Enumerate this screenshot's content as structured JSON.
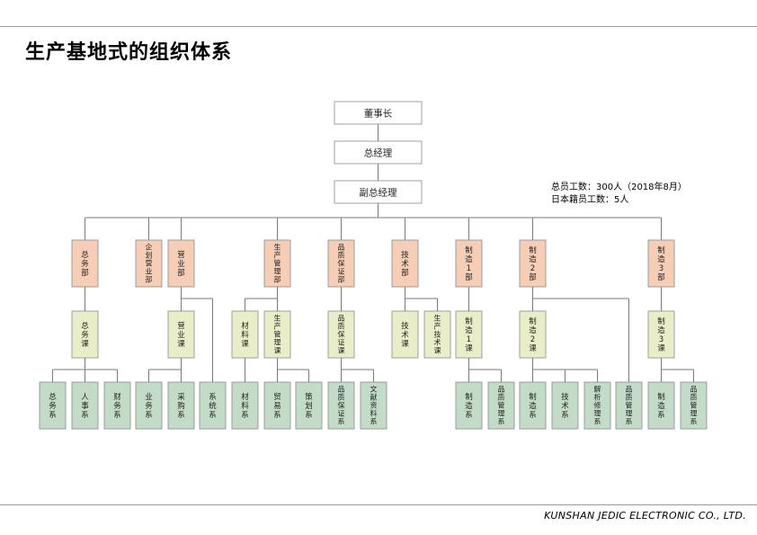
{
  "header": {
    "title": "生产基地式的组织体系"
  },
  "footer": {
    "company": "KUNSHAN JEDIC ELECTRONIC CO., LTD."
  },
  "notes": {
    "total_staff": "总员工数：300人（2018年8月）",
    "japanese_staff": "日本籍员工数：5人"
  },
  "colors": {
    "executive": "#ffffff",
    "department": "#f6cdb5",
    "section": "#eaeec8",
    "team": "#c3dcc7",
    "line": "#7a7a7a"
  },
  "executives": [
    {
      "id": "chairman",
      "label": "董事长"
    },
    {
      "id": "gm",
      "label": "总经理"
    },
    {
      "id": "vgm",
      "label": "副总经理"
    }
  ],
  "departments": [
    {
      "id": "d-general",
      "label": "总务部"
    },
    {
      "id": "d-planning",
      "label": "企划营业部"
    },
    {
      "id": "d-sales",
      "label": "营业部"
    },
    {
      "id": "d-prodmgmt",
      "label": "生产管理部"
    },
    {
      "id": "d-qa",
      "label": "品质保证部"
    },
    {
      "id": "d-tech",
      "label": "技术部"
    },
    {
      "id": "d-mfg1",
      "label": "制造1部"
    },
    {
      "id": "d-mfg2",
      "label": "制造2部"
    },
    {
      "id": "d-mfg3",
      "label": "制造3部"
    }
  ],
  "sections": [
    {
      "id": "s-general",
      "label": "总务课"
    },
    {
      "id": "s-sales",
      "label": "营业课"
    },
    {
      "id": "s-material",
      "label": "材料课"
    },
    {
      "id": "s-prodmgmt",
      "label": "生产管理课"
    },
    {
      "id": "s-qa",
      "label": "品质保证课"
    },
    {
      "id": "s-tech",
      "label": "技术课"
    },
    {
      "id": "s-prodtech",
      "label": "生产技术课"
    },
    {
      "id": "s-mfg1",
      "label": "制造1课"
    },
    {
      "id": "s-mfg2",
      "label": "制造2课"
    },
    {
      "id": "s-mfg3",
      "label": "制造3课"
    }
  ],
  "teams": [
    {
      "id": "t-general",
      "label": "总务系"
    },
    {
      "id": "t-hr",
      "label": "人事系"
    },
    {
      "id": "t-finance",
      "label": "财务系"
    },
    {
      "id": "t-business",
      "label": "业务系"
    },
    {
      "id": "t-purchase",
      "label": "采购系"
    },
    {
      "id": "t-system",
      "label": "系统系"
    },
    {
      "id": "t-material",
      "label": "材料系"
    },
    {
      "id": "t-trade",
      "label": "贸易系"
    },
    {
      "id": "t-plan",
      "label": "策划系"
    },
    {
      "id": "t-qa",
      "label": "品质保证系"
    },
    {
      "id": "t-docs",
      "label": "文献资料系"
    },
    {
      "id": "t-mfg1",
      "label": "制造系"
    },
    {
      "id": "t-qc1",
      "label": "品质管理系"
    },
    {
      "id": "t-mfg2",
      "label": "制造系"
    },
    {
      "id": "t-tech2",
      "label": "技术系"
    },
    {
      "id": "t-analysis",
      "label": "解析修理系"
    },
    {
      "id": "t-qc2",
      "label": "品质管理系"
    },
    {
      "id": "t-mfg3",
      "label": "制造系"
    },
    {
      "id": "t-qc3",
      "label": "品质管理系"
    }
  ]
}
